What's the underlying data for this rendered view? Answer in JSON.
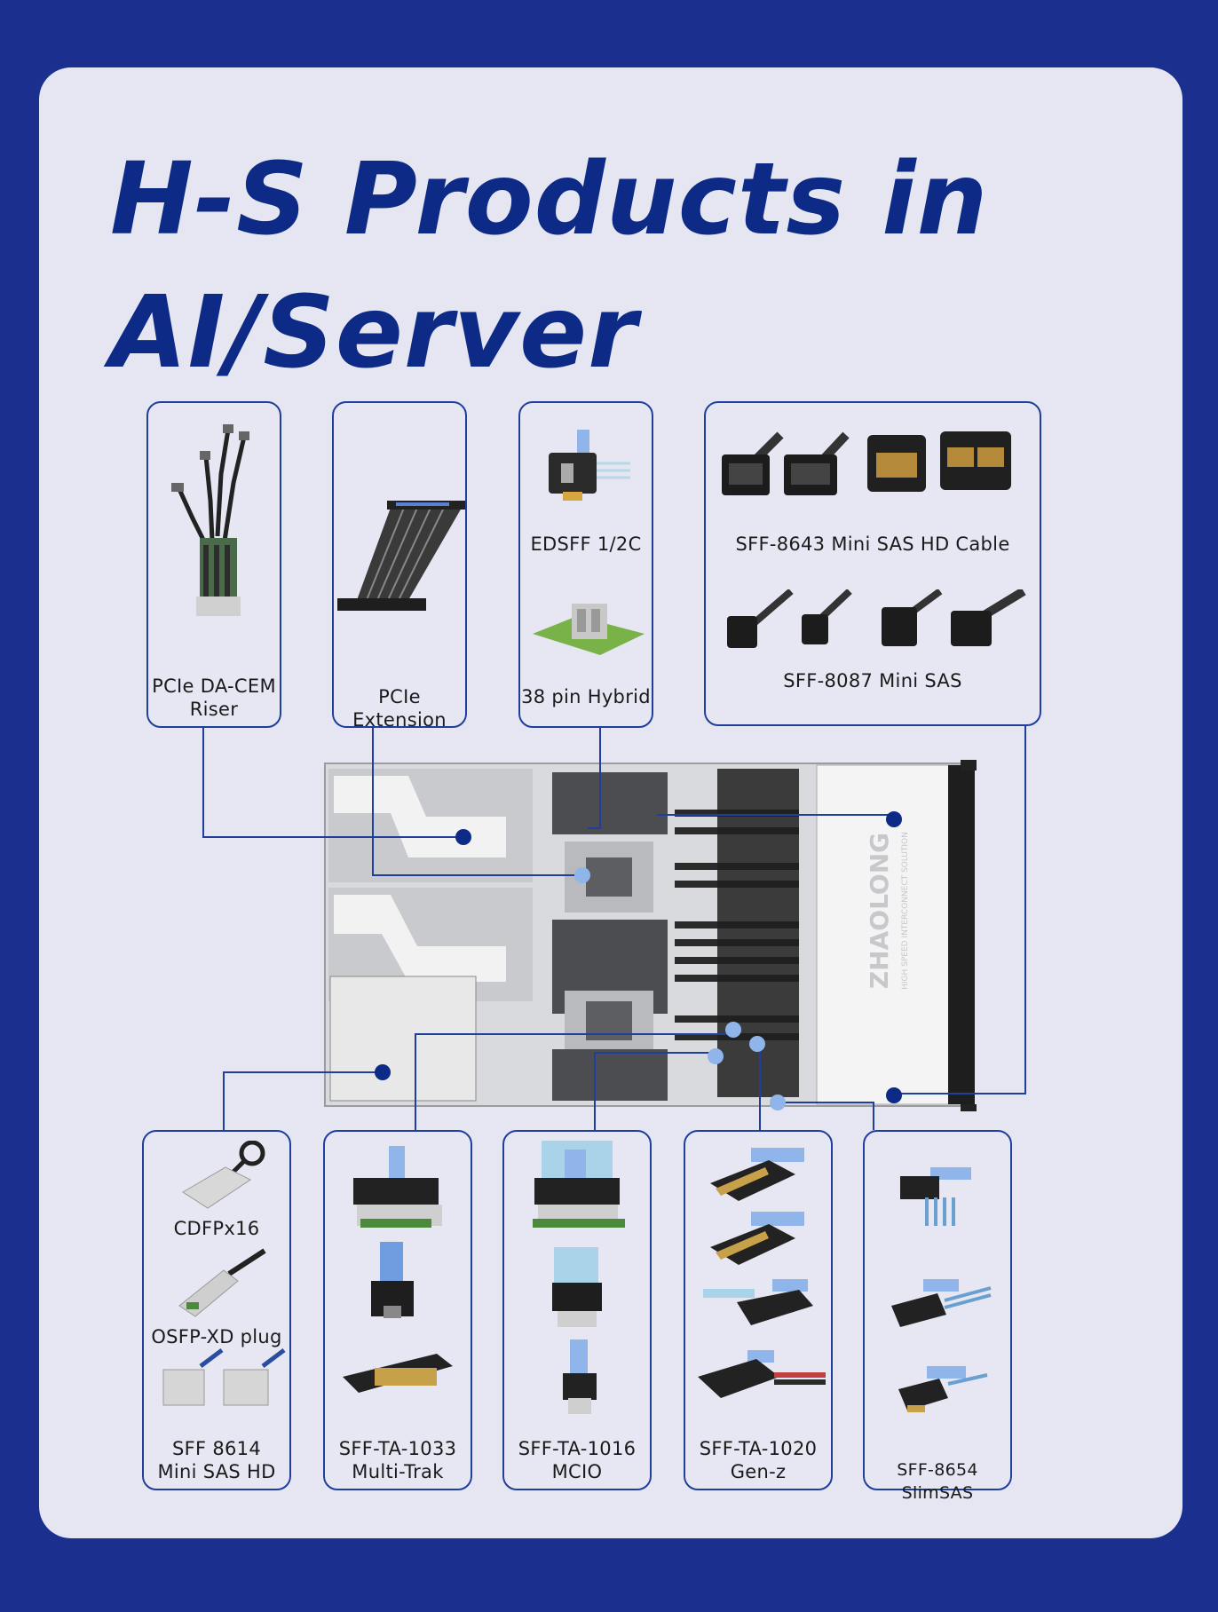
{
  "title": {
    "line1": "H-S Products in",
    "line2": "AI/Server"
  },
  "top_products": [
    {
      "label": "PCIe DA-CEM Riser"
    },
    {
      "label": "PCIe Extension"
    },
    {
      "label": "EDSFF 1/2C"
    },
    {
      "label": "38 pin Hybrid"
    },
    {
      "label": "SFF-8643 Mini SAS HD Cable"
    },
    {
      "label": "SFF-8087 Mini SAS"
    }
  ],
  "bottom_products": [
    {
      "label": "CDFPx16"
    },
    {
      "label": "OSFP-XD plug"
    },
    {
      "label_line1": "SFF 8614",
      "label_line2": "Mini SAS HD"
    },
    {
      "label_line1": "SFF-TA-1033",
      "label_line2": "Multi-Trak"
    },
    {
      "label_line1": "SFF-TA-1016",
      "label_line2": "MCIO"
    },
    {
      "label_line1": "SFF-TA-1020",
      "label_line2": "Gen-z"
    },
    {
      "label": "SFF-8654 SlimSAS"
    }
  ],
  "server": {
    "brand": "ZHAOLONG",
    "tagline": "HIGH SPEED INTERCONNECT SOLUTION"
  },
  "colors": {
    "background": "#1a2f8e",
    "panel": "#e6e6f2",
    "accent": "#0d2b86"
  }
}
